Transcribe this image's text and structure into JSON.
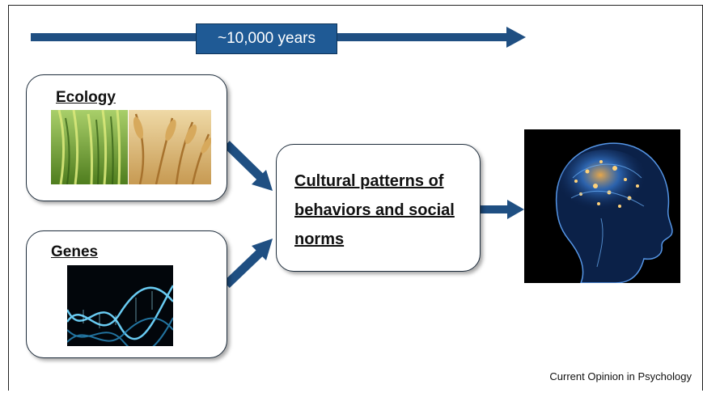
{
  "timeline": {
    "label": "~10,000 years"
  },
  "ecology": {
    "label": "Ecology",
    "image": "rice-and-wheat-photo"
  },
  "genes": {
    "label": "Genes",
    "image": "dna-helix-photo"
  },
  "center": {
    "label": "Cultural patterns of behaviors and social norms"
  },
  "brain": {
    "image": "glowing-brain-head-photo"
  },
  "footer": {
    "text": "Current Opinion in Psychology"
  },
  "colors": {
    "arrow": "#1f4f82",
    "timeline_box": "#1f5a95"
  }
}
